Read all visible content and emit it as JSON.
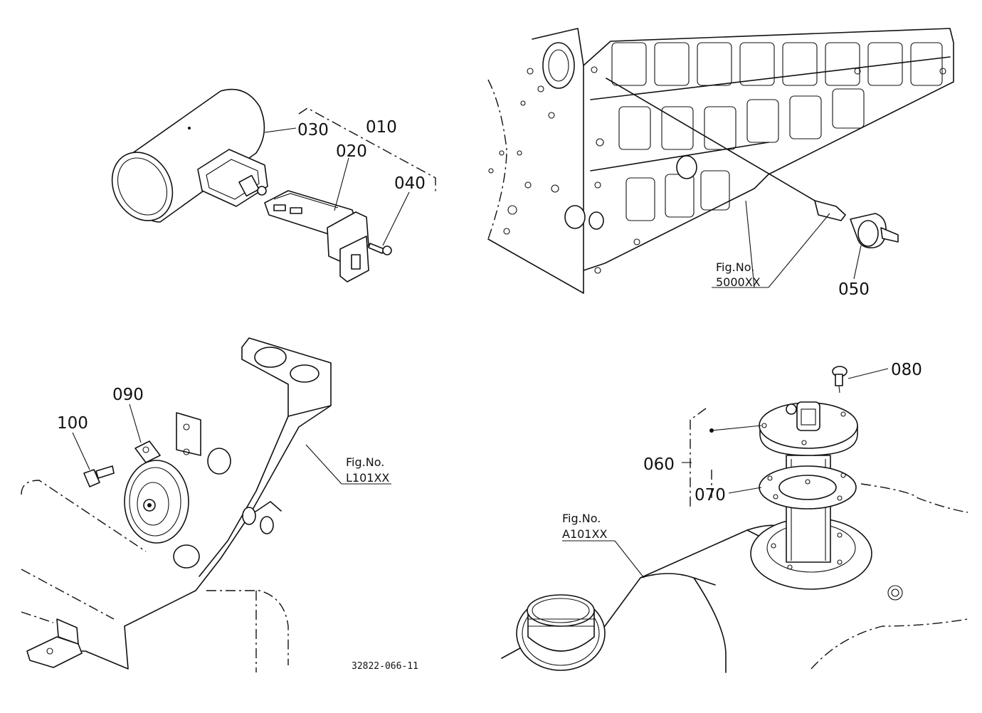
{
  "part_labels": {
    "p010": "010",
    "p020": "020",
    "p030": "030",
    "p040": "040",
    "p050": "050",
    "p060": "060",
    "p070": "070",
    "p080": "080",
    "p090": "090",
    "p100": "100"
  },
  "figure_refs": {
    "engine": {
      "prefix": "Fig.No.",
      "number": "5000XX"
    },
    "frame": {
      "prefix": "Fig.No.",
      "number": "L101XX"
    },
    "tank": {
      "prefix": "Fig.No.",
      "number": "A101XX"
    }
  },
  "drawing_code": "32822-066-11"
}
